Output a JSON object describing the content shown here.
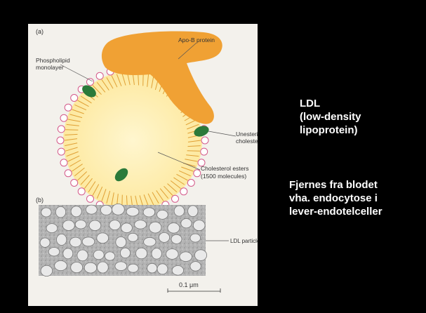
{
  "figure": {
    "panel_a_label": "(a)",
    "panel_b_label": "(b)",
    "labels": {
      "phospholipid_1": "Phospholipid",
      "phospholipid_2": "monolayer",
      "apo_b": "Apo-B protein",
      "unesterified_1": "Unesterified",
      "unesterified_2": "cholesterol",
      "cholesterol_esters_1": "Cholesterol esters",
      "cholesterol_esters_2": "(1500 molecules)",
      "ldl_particle": "LDL particle",
      "scale_bar": "0.1 μm"
    },
    "colors": {
      "apo_b": "#f0a134",
      "core": "#fde9a0",
      "core_center": "#fff6cf",
      "tails": "#e0a035",
      "heads_stroke": "#d45a8a",
      "cholesterol": "#2b7a3a",
      "micrograph_bg": "#a9a9a9",
      "particle": "#e9e9e9"
    }
  },
  "side_text": {
    "ldl_lines": [
      "LDL",
      "(low-density",
      "lipoprotein)"
    ],
    "removal_lines": [
      "Fjernes fra blodet",
      "vha. endocytose i",
      "lever-endotelceller"
    ]
  }
}
